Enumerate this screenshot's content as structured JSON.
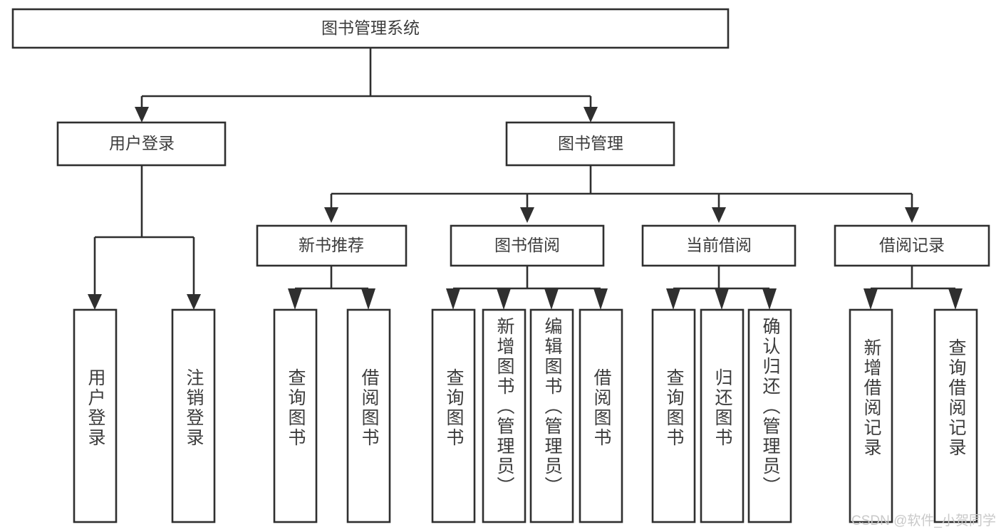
{
  "diagram": {
    "title": "图书管理系统",
    "type": "hierarchy-tree",
    "root": {
      "label": "图书管理系统"
    },
    "level2": [
      {
        "label": "用户登录"
      },
      {
        "label": "图书管理"
      }
    ],
    "level3": [
      {
        "label": "新书推荐"
      },
      {
        "label": "图书借阅"
      },
      {
        "label": "当前借阅"
      },
      {
        "label": "借阅记录"
      }
    ],
    "leaves": {
      "user_login": [
        {
          "label": "用户登录"
        },
        {
          "label": "注销登录"
        }
      ],
      "new_book_recommend": [
        {
          "label": "查询图书"
        },
        {
          "label": "借阅图书"
        }
      ],
      "book_borrow": [
        {
          "label": "查询图书"
        },
        {
          "label": "新增图书（管理员）"
        },
        {
          "label": "编辑图书（管理员）"
        },
        {
          "label": "借阅图书"
        }
      ],
      "current_borrow": [
        {
          "label": "查询图书"
        },
        {
          "label": "归还图书"
        },
        {
          "label": "确认归还（管理员）"
        }
      ],
      "borrow_record": [
        {
          "label": "新增借阅记录"
        },
        {
          "label": "查询借阅记录"
        }
      ]
    }
  },
  "watermark": {
    "text": "CSDN @软件_小贺同学"
  },
  "colors": {
    "stroke": "#2f2f2f",
    "box_fill": "#ffffff",
    "text": "#3c3c3c",
    "watermark": "#c9c9c9",
    "background": "#ffffff"
  }
}
